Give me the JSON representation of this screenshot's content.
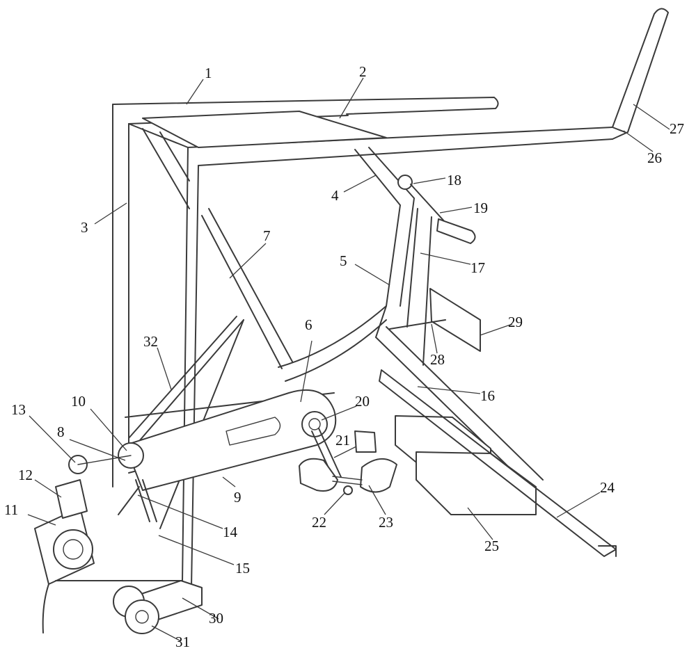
{
  "labels": [
    "1",
    "2",
    "3",
    "4",
    "5",
    "6",
    "7",
    "8",
    "9",
    "10",
    "11",
    "12",
    "13",
    "14",
    "15",
    "16",
    "17",
    "18",
    "19",
    "20",
    "21",
    "22",
    "23",
    "24",
    "25",
    "26",
    "27",
    "28",
    "29",
    "30",
    "31",
    "32"
  ]
}
